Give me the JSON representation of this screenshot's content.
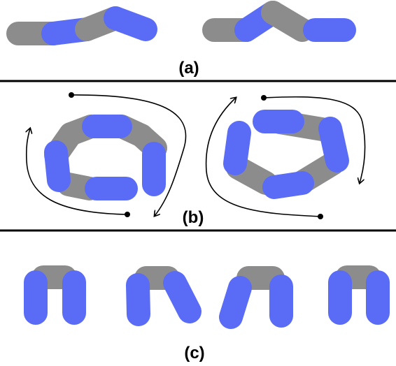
{
  "colors": {
    "blue": "#5a6cf5",
    "gray": "#8c8c8c",
    "line": "#000000",
    "background": "#ffffff"
  },
  "panels": {
    "a": {
      "label": "(a)"
    },
    "b": {
      "label": "(b)"
    },
    "c": {
      "label": "(c)"
    }
  }
}
